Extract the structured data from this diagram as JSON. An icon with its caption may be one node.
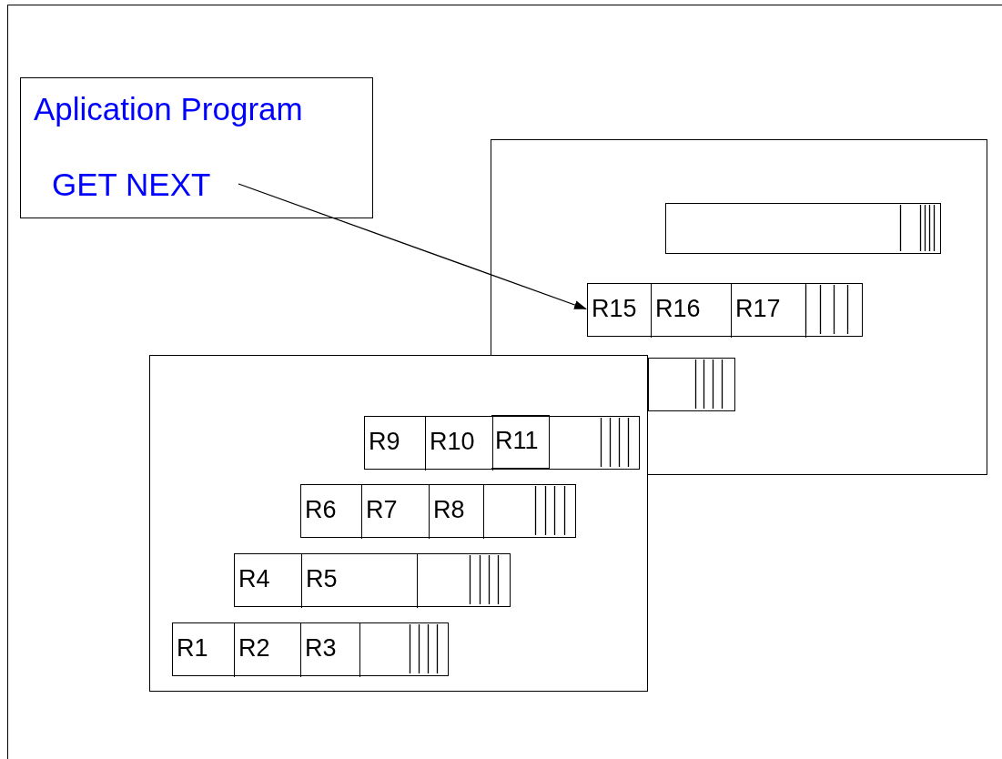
{
  "diagram": {
    "nodes": [
      {
        "text": [
          "Aplication Program"
        ]
      },
      {
        "text": [
          "GET NEXT"
        ],
        "in": 0
      },
      {
        "text": [],
        "shape": "box"
      },
      {
        "text": [],
        "shape": "bar",
        "in": 2
      },
      {
        "text": [],
        "shape": "bar",
        "in": 2
      },
      {
        "text": [
          "R15"
        ],
        "in": 4
      },
      {
        "text": [
          "R16"
        ],
        "in": 4
      },
      {
        "text": [
          "R17"
        ],
        "in": 4
      },
      {
        "text": [],
        "shape": "bar",
        "in": 2
      },
      {
        "text": [],
        "shape": "box"
      },
      {
        "text": [],
        "shape": "bar",
        "in": 9
      },
      {
        "text": [
          "R9"
        ],
        "in": 10
      },
      {
        "text": [
          "R10"
        ],
        "in": 10
      },
      {
        "text": [
          "R11"
        ]
      },
      {
        "text": [],
        "shape": "bar",
        "in": 9
      },
      {
        "text": [
          "R6"
        ],
        "in": 14
      },
      {
        "text": [
          "R7"
        ],
        "in": 14
      },
      {
        "text": [
          "R8"
        ],
        "in": 14
      },
      {
        "text": [],
        "shape": "bar",
        "in": 9
      },
      {
        "text": [
          "R4"
        ],
        "in": 18
      },
      {
        "text": [
          "R5"
        ],
        "in": 18
      },
      {
        "text": [],
        "shape": "bar",
        "in": 9
      },
      {
        "text": [
          "R1"
        ],
        "in": 21
      },
      {
        "text": [
          "R2"
        ],
        "in": 21
      },
      {
        "text": [
          "R3"
        ],
        "in": 21
      }
    ],
    "edges": [
      {
        "from": 1,
        "to": 5,
        "arrow": "to"
      }
    ]
  }
}
